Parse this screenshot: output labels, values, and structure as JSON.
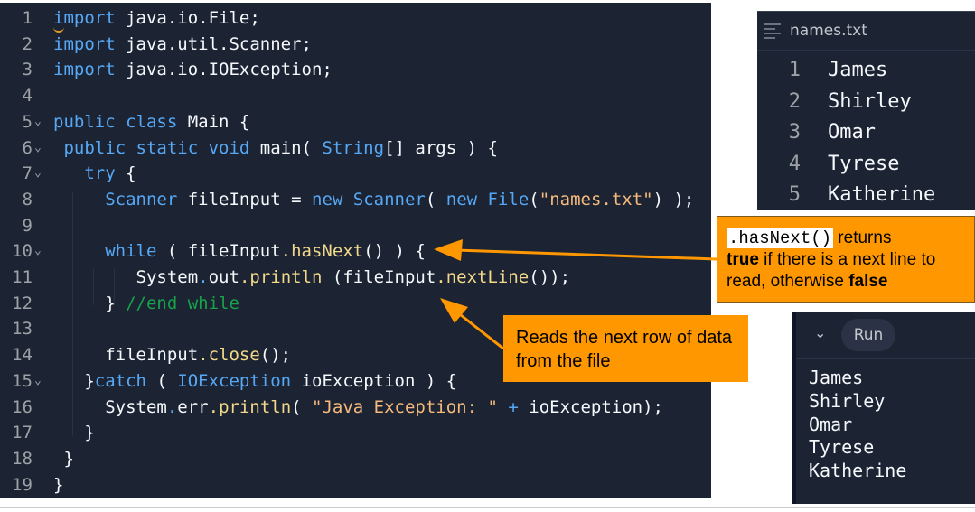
{
  "editor": {
    "lines": [
      {
        "n": "1",
        "fold": "",
        "tokens": [
          {
            "t": "import",
            "c": "kw"
          },
          {
            "t": " java.io.File;",
            "c": ""
          }
        ]
      },
      {
        "n": "2",
        "fold": "",
        "tokens": [
          {
            "t": "import",
            "c": "kw"
          },
          {
            "t": " java.util.Scanner;",
            "c": ""
          }
        ]
      },
      {
        "n": "3",
        "fold": "",
        "tokens": [
          {
            "t": "import",
            "c": "kw"
          },
          {
            "t": " java.io.IOException;",
            "c": ""
          }
        ]
      },
      {
        "n": "4",
        "fold": "",
        "tokens": []
      },
      {
        "n": "5",
        "fold": "v",
        "tokens": [
          {
            "t": "public class",
            "c": "kw"
          },
          {
            "t": " Main {",
            "c": ""
          }
        ]
      },
      {
        "n": "6",
        "fold": "v",
        "tokens": [
          {
            "t": " public static void",
            "c": "kw"
          },
          {
            "t": " main( ",
            "c": ""
          },
          {
            "t": "String",
            "c": "kw"
          },
          {
            "t": "[] args ) {",
            "c": ""
          }
        ]
      },
      {
        "n": "7",
        "fold": "v",
        "tokens": [
          {
            "t": "   try",
            "c": "kw"
          },
          {
            "t": " {",
            "c": ""
          }
        ]
      },
      {
        "n": "8",
        "fold": "",
        "tokens": [
          {
            "t": "     Scanner",
            "c": "kw"
          },
          {
            "t": " fileInput = ",
            "c": ""
          },
          {
            "t": "new",
            "c": "kw"
          },
          {
            "t": " ",
            "c": ""
          },
          {
            "t": "Scanner",
            "c": "kw"
          },
          {
            "t": "( ",
            "c": ""
          },
          {
            "t": "new",
            "c": "kw"
          },
          {
            "t": " ",
            "c": ""
          },
          {
            "t": "File",
            "c": "kw"
          },
          {
            "t": "(",
            "c": ""
          },
          {
            "t": "\"names.txt\"",
            "c": "str"
          },
          {
            "t": ") );",
            "c": ""
          }
        ]
      },
      {
        "n": "9",
        "fold": "",
        "tokens": []
      },
      {
        "n": "10",
        "fold": "v",
        "tokens": [
          {
            "t": "     while",
            "c": "kw"
          },
          {
            "t": " ( fileInput",
            "c": ""
          },
          {
            "t": ".hasNext",
            "c": "fn"
          },
          {
            "t": "() ) {",
            "c": ""
          }
        ]
      },
      {
        "n": "11",
        "fold": "",
        "tokens": [
          {
            "t": "        System",
            "c": ""
          },
          {
            "t": ".",
            "c": "kw"
          },
          {
            "t": "out",
            "c": ""
          },
          {
            "t": ".println",
            "c": "fn"
          },
          {
            "t": " (fileInput",
            "c": ""
          },
          {
            "t": ".nextLine",
            "c": "fn"
          },
          {
            "t": "());",
            "c": ""
          }
        ]
      },
      {
        "n": "12",
        "fold": "",
        "tokens": [
          {
            "t": "     } ",
            "c": ""
          },
          {
            "t": "//end while",
            "c": "cm"
          }
        ]
      },
      {
        "n": "13",
        "fold": "",
        "tokens": []
      },
      {
        "n": "14",
        "fold": "",
        "tokens": [
          {
            "t": "     fileInput",
            "c": ""
          },
          {
            "t": ".close",
            "c": "fn"
          },
          {
            "t": "();",
            "c": ""
          }
        ]
      },
      {
        "n": "15",
        "fold": "v",
        "tokens": [
          {
            "t": "   }",
            "c": ""
          },
          {
            "t": "catch",
            "c": "kw"
          },
          {
            "t": " ( ",
            "c": ""
          },
          {
            "t": "IOException",
            "c": "kw"
          },
          {
            "t": " ioException ) {",
            "c": ""
          }
        ]
      },
      {
        "n": "16",
        "fold": "",
        "tokens": [
          {
            "t": "     System",
            "c": ""
          },
          {
            "t": ".",
            "c": "kw"
          },
          {
            "t": "err",
            "c": ""
          },
          {
            "t": ".println",
            "c": "fn"
          },
          {
            "t": "( ",
            "c": ""
          },
          {
            "t": "\"Java Exception: \"",
            "c": "str"
          },
          {
            "t": " ",
            "c": ""
          },
          {
            "t": "+",
            "c": "kw"
          },
          {
            "t": " ioException);",
            "c": ""
          }
        ]
      },
      {
        "n": "17",
        "fold": "",
        "tokens": [
          {
            "t": "   }",
            "c": ""
          }
        ]
      },
      {
        "n": "18",
        "fold": "",
        "tokens": [
          {
            "t": " }",
            "c": ""
          }
        ]
      },
      {
        "n": "19",
        "fold": "",
        "tokens": [
          {
            "t": "}",
            "c": ""
          }
        ]
      }
    ]
  },
  "file_panel": {
    "title": "names.txt",
    "icon": "menu-lines-icon",
    "lines": [
      {
        "n": "1",
        "text": "James"
      },
      {
        "n": "2",
        "text": "Shirley"
      },
      {
        "n": "3",
        "text": "Omar"
      },
      {
        "n": "4",
        "text": "Tyrese"
      },
      {
        "n": "5",
        "text": "Katherine"
      }
    ]
  },
  "output_panel": {
    "collapse_icon": "chevron-down-icon",
    "run_label": "Run",
    "lines": [
      "James",
      "Shirley",
      "Omar",
      "Tyrese",
      "Katherine"
    ]
  },
  "callouts": {
    "has_next": {
      "code": ".hasNext()",
      "after_code": " returns",
      "bold_true": "true",
      "middle": " if there is a next line to read, otherwise ",
      "bold_false": "false"
    },
    "next_line": {
      "text": "Reads the next row of data from the file"
    }
  },
  "colors": {
    "editor_bg": "#1c2333",
    "keyword": "#56a8f5",
    "function": "#f2d98a",
    "string": "#f6ba7c",
    "comment": "#16a34a",
    "callout": "#ff9800"
  }
}
